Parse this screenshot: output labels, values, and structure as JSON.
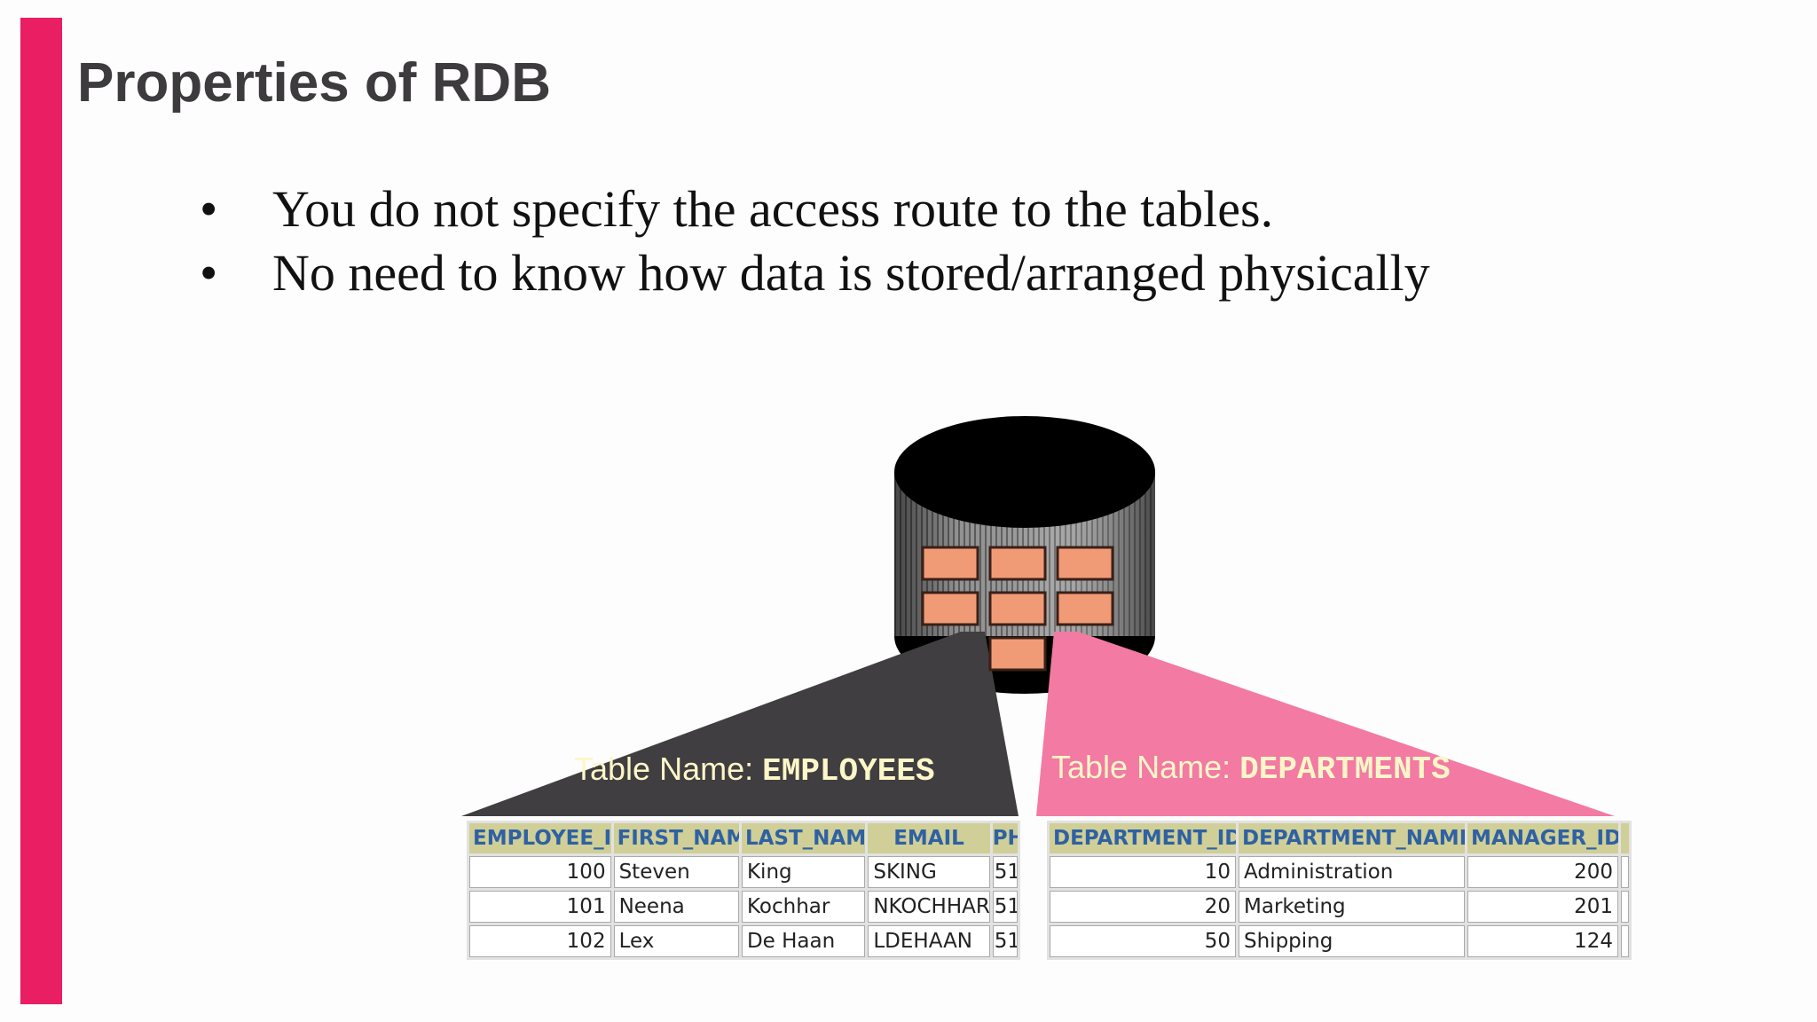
{
  "colors": {
    "accent": "#ea1e63",
    "dark_wedge": "#403e40",
    "pink_wedge": "#f27aa3",
    "cell_orange": "#f19b76",
    "label_text": "#fdf6c8"
  },
  "slide": {
    "title": "Properties of RDB",
    "bullets": [
      {
        "dot": "•",
        "text": "You do not specify the access route to the tables."
      },
      {
        "dot": "•",
        "text": "No need to know how data is stored/arranged physically"
      }
    ]
  },
  "employees": {
    "label_prefix": "Table Name: ",
    "label_name": "EMPLOYEES",
    "headers": [
      "EMPLOYEE_ID",
      "FIRST_NAME",
      "LAST_NAME",
      "EMAIL",
      "PH"
    ],
    "rows": [
      [
        "100",
        "Steven",
        "King",
        "SKING",
        "51"
      ],
      [
        "101",
        "Neena",
        "Kochhar",
        "NKOCHHAR",
        "51"
      ],
      [
        "102",
        "Lex",
        "De Haan",
        "LDEHAAN",
        "51"
      ]
    ]
  },
  "departments": {
    "label_prefix": "Table Name: ",
    "label_name": "DEPARTMENTS",
    "headers": [
      "DEPARTMENT_ID",
      "DEPARTMENT_NAME",
      "MANAGER_ID",
      ""
    ],
    "rows": [
      [
        "10",
        "Administration",
        "200",
        ""
      ],
      [
        "20",
        "Marketing",
        "201",
        ""
      ],
      [
        "50",
        "Shipping",
        "124",
        ""
      ]
    ]
  }
}
